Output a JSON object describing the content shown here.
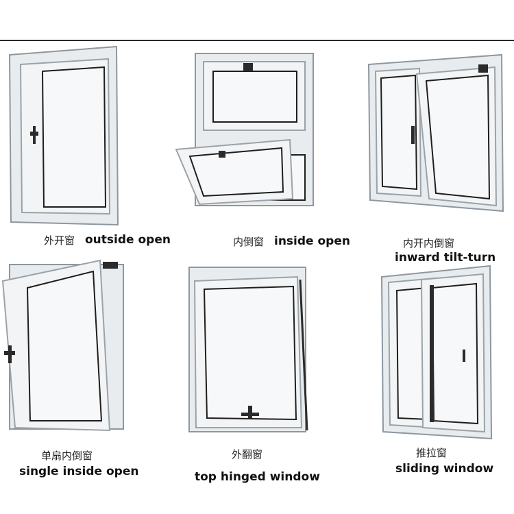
{
  "windows": [
    {
      "cn": "外开窗",
      "en": "outside open",
      "icon": "casement-window-icon"
    },
    {
      "cn": "内倒窗",
      "en": "inside open",
      "icon": "hopper-window-icon"
    },
    {
      "cn": "内开内倒窗",
      "en": "inward tilt-turn",
      "icon": "tilt-turn-window-icon"
    },
    {
      "cn": "单扇内倒窗",
      "en": "single inside open",
      "icon": "single-tilt-window-icon"
    },
    {
      "cn": "外翻窗",
      "en": "top hinged window",
      "icon": "awning-window-icon"
    },
    {
      "cn": "推拉窗",
      "en": "sliding window",
      "icon": "sliding-window-icon"
    }
  ],
  "colors": {
    "frame": "#e8ecef",
    "frame_edge": "#8e979e",
    "glass": "#f6f8f9",
    "handle": "#2b2b2b"
  }
}
